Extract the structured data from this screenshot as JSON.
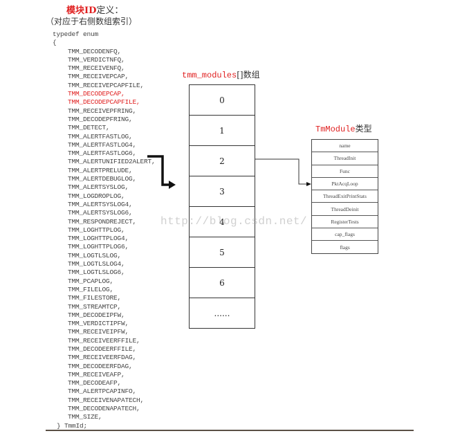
{
  "header": {
    "title_red": "模块ID",
    "title_rest": "定义：",
    "subtitle": "（对应于右侧数组索引）"
  },
  "enum": {
    "open": "typedef enum",
    "brace_open": "{",
    "items": [
      {
        "name": "TMM_DECODENFQ,",
        "highlight": false
      },
      {
        "name": "TMM_VERDICTNFQ,",
        "highlight": false
      },
      {
        "name": "TMM_RECEIVENFQ,",
        "highlight": false
      },
      {
        "name": "TMM_RECEIVEPCAP,",
        "highlight": false
      },
      {
        "name": "TMM_RECEIVEPCAPFILE,",
        "highlight": false
      },
      {
        "name": "TMM_DECODEPCAP,",
        "highlight": true
      },
      {
        "name": "TMM_DECODEPCAPFILE,",
        "highlight": true
      },
      {
        "name": "TMM_RECEIVEPFRING,",
        "highlight": false
      },
      {
        "name": "TMM_DECODEPFRING,",
        "highlight": false
      },
      {
        "name": "TMM_DETECT,",
        "highlight": false
      },
      {
        "name": "TMM_ALERTFASTLOG,",
        "highlight": false
      },
      {
        "name": "TMM_ALERTFASTLOG4,",
        "highlight": false
      },
      {
        "name": "TMM_ALERTFASTLOG6,",
        "highlight": false
      },
      {
        "name": "TMM_ALERTUNIFIED2ALERT,",
        "highlight": false
      },
      {
        "name": "TMM_ALERTPRELUDE,",
        "highlight": false
      },
      {
        "name": "TMM_ALERTDEBUGLOG,",
        "highlight": false
      },
      {
        "name": "TMM_ALERTSYSLOG,",
        "highlight": false
      },
      {
        "name": "TMM_LOGDROPLOG,",
        "highlight": false
      },
      {
        "name": "TMM_ALERTSYSLOG4,",
        "highlight": false
      },
      {
        "name": "TMM_ALERTSYSLOG6,",
        "highlight": false
      },
      {
        "name": "TMM_RESPONDREJECT,",
        "highlight": false
      },
      {
        "name": "TMM_LOGHTTPLOG,",
        "highlight": false
      },
      {
        "name": "TMM_LOGHTTPLOG4,",
        "highlight": false
      },
      {
        "name": "TMM_LOGHTTPLOG6,",
        "highlight": false
      },
      {
        "name": "TMM_LOGTLSLOG,",
        "highlight": false
      },
      {
        "name": "TMM_LOGTLSLOG4,",
        "highlight": false
      },
      {
        "name": "TMM_LOGTLSLOG6,",
        "highlight": false
      },
      {
        "name": "TMM_PCAPLOG,",
        "highlight": false
      },
      {
        "name": "TMM_FILELOG,",
        "highlight": false
      },
      {
        "name": "TMM_FILESTORE,",
        "highlight": false
      },
      {
        "name": "TMM_STREAMTCP,",
        "highlight": false
      },
      {
        "name": "TMM_DECODEIPFW,",
        "highlight": false
      },
      {
        "name": "TMM_VERDICTIPFW,",
        "highlight": false
      },
      {
        "name": "TMM_RECEIVEIPFW,",
        "highlight": false
      },
      {
        "name": "TMM_RECEIVEERFFILE,",
        "highlight": false
      },
      {
        "name": "TMM_DECODEERFFILE,",
        "highlight": false
      },
      {
        "name": "TMM_RECEIVEERFDAG,",
        "highlight": false
      },
      {
        "name": "TMM_DECODEERFDAG,",
        "highlight": false
      },
      {
        "name": "TMM_RECEIVEAFP,",
        "highlight": false
      },
      {
        "name": "TMM_DECODEAFP,",
        "highlight": false
      },
      {
        "name": "TMM_ALERTPCAPINFO,",
        "highlight": false
      },
      {
        "name": "TMM_RECEIVENAPATECH,",
        "highlight": false
      },
      {
        "name": "TMM_DECODENAPATECH,",
        "highlight": false
      },
      {
        "name": "TMM_SIZE,",
        "highlight": false
      }
    ],
    "close": "} TmmId;"
  },
  "array": {
    "label_mono": "tmm_modules",
    "label_rest": "[]数组",
    "cells": [
      "0",
      "1",
      "2",
      "3",
      "4",
      "5",
      "6",
      "......"
    ]
  },
  "struct": {
    "label_mono": "TmModule",
    "label_rest": "类型",
    "fields": [
      "name",
      "ThreadInit",
      "Func",
      "PktAcqLoop",
      "ThreadExitPrintStats",
      "ThreadDeinit",
      "RegisterTests",
      "cap_flags",
      "flags"
    ]
  },
  "watermark": "http://blog.csdn.net/",
  "colors": {
    "highlight": "#e02020",
    "text": "#333333",
    "lines": "#333333"
  }
}
